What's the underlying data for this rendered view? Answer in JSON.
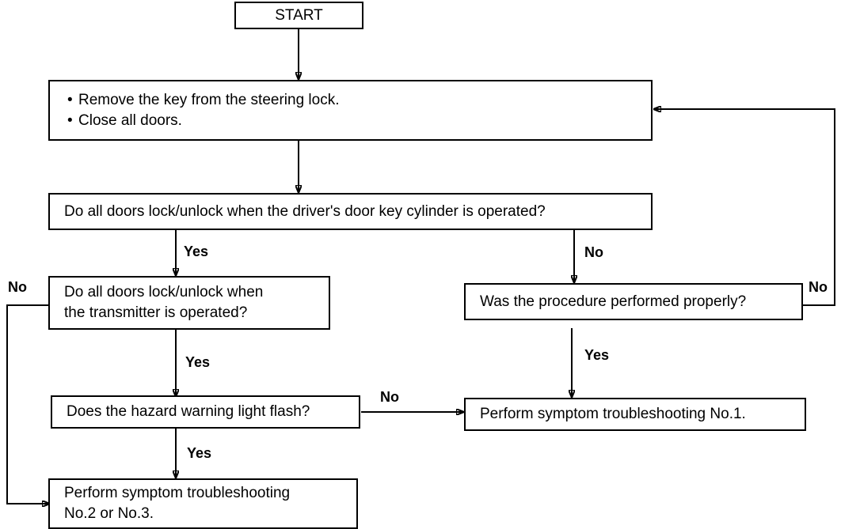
{
  "diagram": {
    "title": "START",
    "nodes": {
      "start": {
        "label": "START"
      },
      "prep": {
        "line1": "Remove the key from the steering lock.",
        "line2": "Close all doors."
      },
      "key_cylinder": {
        "label": "Do all doors lock/unlock when the driver's door key cylinder is operated?"
      },
      "transmitter": {
        "line1": "Do all doors lock/unlock when",
        "line2": "the transmitter is operated?"
      },
      "procedure": {
        "label": "Was the procedure performed properly?"
      },
      "hazard": {
        "label": "Does the hazard warning light flash?"
      },
      "symptom1": {
        "label": "Perform symptom troubleshooting No.1."
      },
      "symptom23": {
        "line1": "Perform symptom troubleshooting",
        "line2": "No.2 or No.3."
      }
    },
    "edge_labels": {
      "key_cylinder_yes": "Yes",
      "key_cylinder_no": "No",
      "transmitter_yes": "Yes",
      "transmitter_no": "No",
      "procedure_yes": "Yes",
      "procedure_no": "No",
      "hazard_yes": "Yes",
      "hazard_no": "No"
    },
    "colors": {
      "stroke": "#000000",
      "fill": "#ffffff",
      "text": "#000000"
    }
  }
}
